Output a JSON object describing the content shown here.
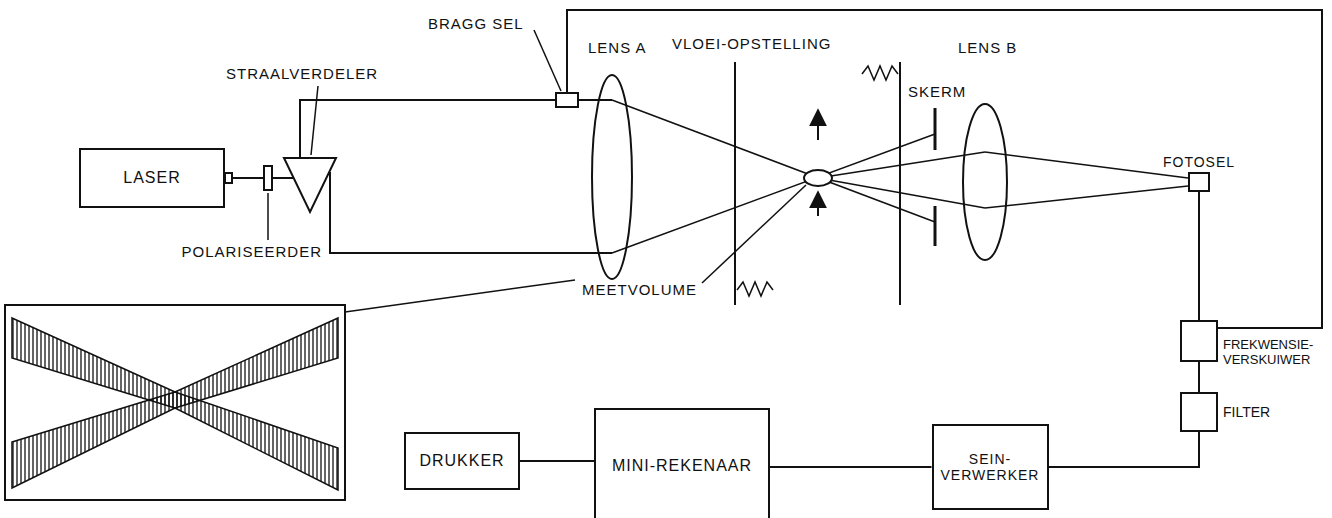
{
  "diagram": {
    "nodes": [
      {
        "text": [
          "LASER"
        ]
      },
      {
        "text": [
          "FOTOSEL"
        ]
      },
      {
        "text": [
          "FREKWENSIE- VERSKUIWER"
        ]
      },
      {
        "text": [
          "FILTER"
        ]
      },
      {
        "text": [
          "SEIN- VERWERKER"
        ]
      },
      {
        "text": [
          "MINI-REKENAAR"
        ]
      },
      {
        "text": [
          "DRUKKER"
        ]
      }
    ],
    "edges": [
      {
        "from": 1,
        "to": 2,
        "arrow": "none"
      },
      {
        "from": 2,
        "to": 3,
        "arrow": "none"
      },
      {
        "from": 3,
        "to": 4,
        "arrow": "none"
      },
      {
        "from": 4,
        "to": 5,
        "arrow": "none"
      },
      {
        "from": 5,
        "to": 6,
        "arrow": "none"
      }
    ],
    "labels": [
      "BRAGG SEL",
      "STRAALVERDELER",
      "POLARISEERDER",
      "LENS A",
      "VLOEI-OPSTELLING",
      "LENS B",
      "SKERM",
      "MEETVOLUME"
    ]
  }
}
